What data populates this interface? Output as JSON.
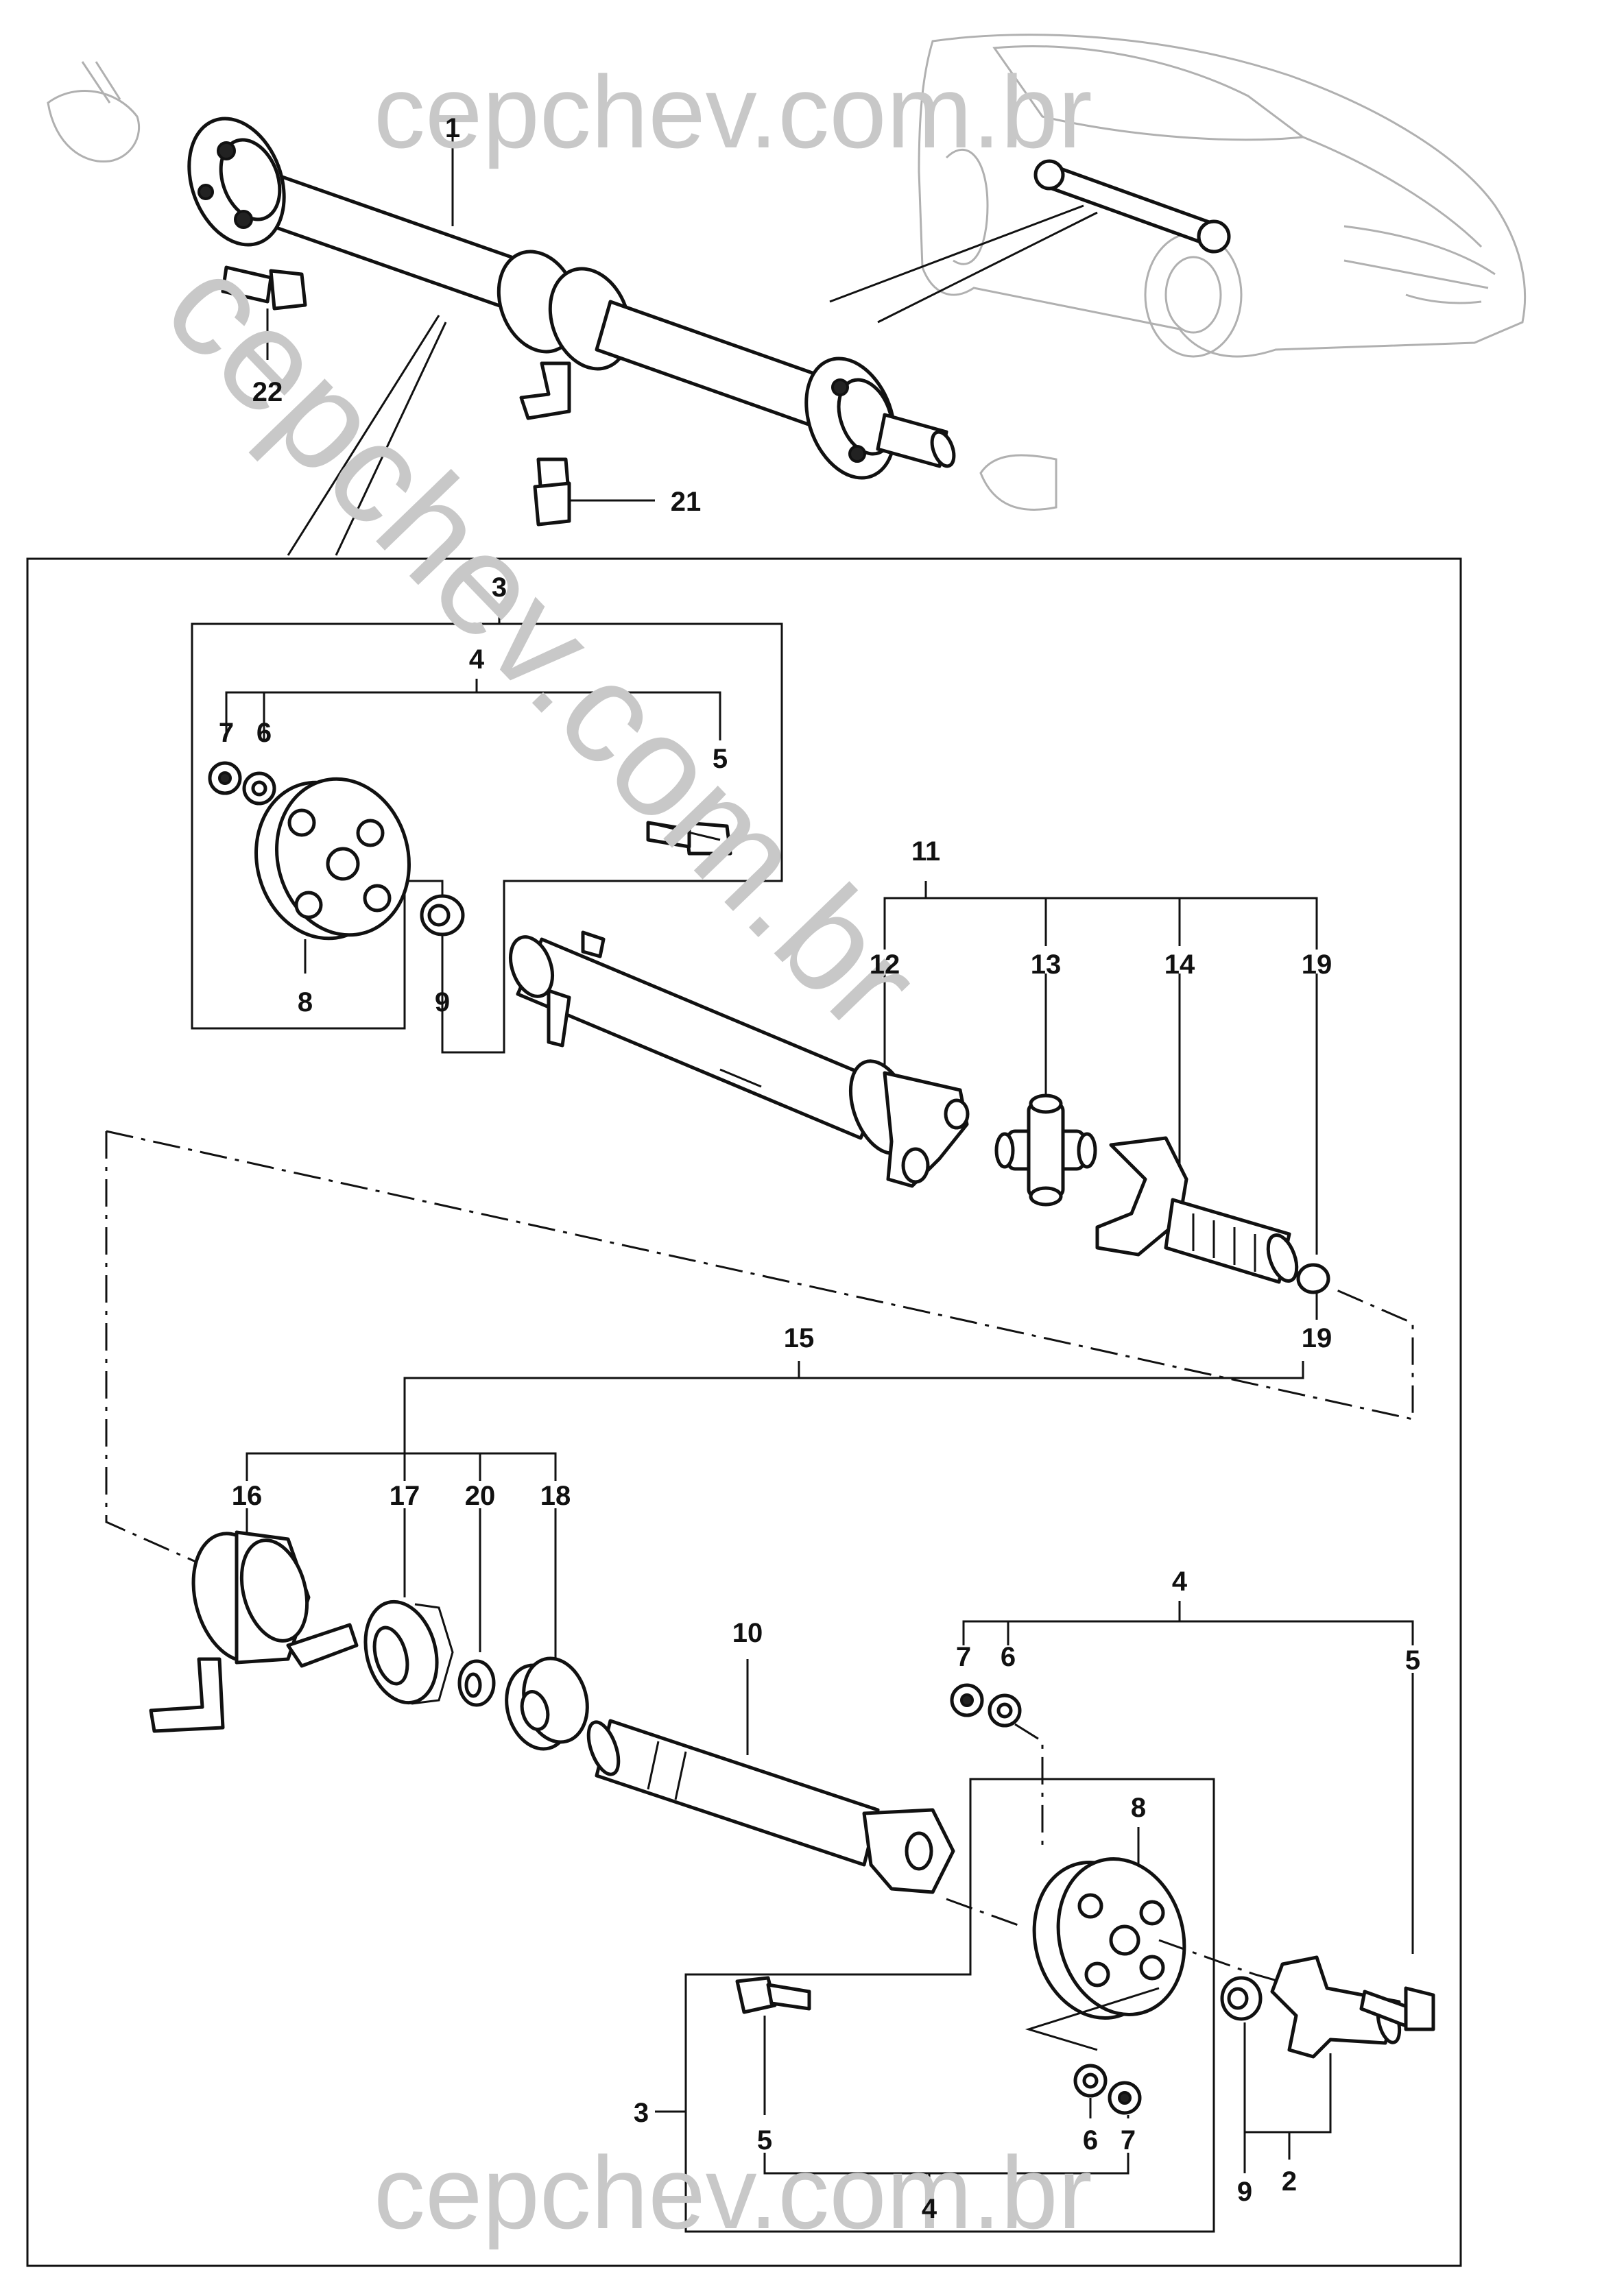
{
  "watermark": {
    "text": "cepchev.com.br",
    "color": "#c8c8c8"
  },
  "callouts": {
    "c1": "1",
    "c2": "2",
    "c3a": "3",
    "c3b": "3",
    "c4a": "4",
    "c4b": "4",
    "c4c": "4",
    "c5a": "5",
    "c5b": "5",
    "c5c": "5",
    "c6a": "6",
    "c6b": "6",
    "c6c": "6",
    "c7a": "7",
    "c7b": "7",
    "c7c": "7",
    "c8a": "8",
    "c8b": "8",
    "c9a": "9",
    "c9b": "9",
    "c10": "10",
    "c11": "11",
    "c12": "12",
    "c13": "13",
    "c14": "14",
    "c15": "15",
    "c16": "16",
    "c17": "17",
    "c18": "18",
    "c19a": "19",
    "c19b": "19",
    "c20": "20",
    "c21": "21",
    "c22": "22"
  }
}
